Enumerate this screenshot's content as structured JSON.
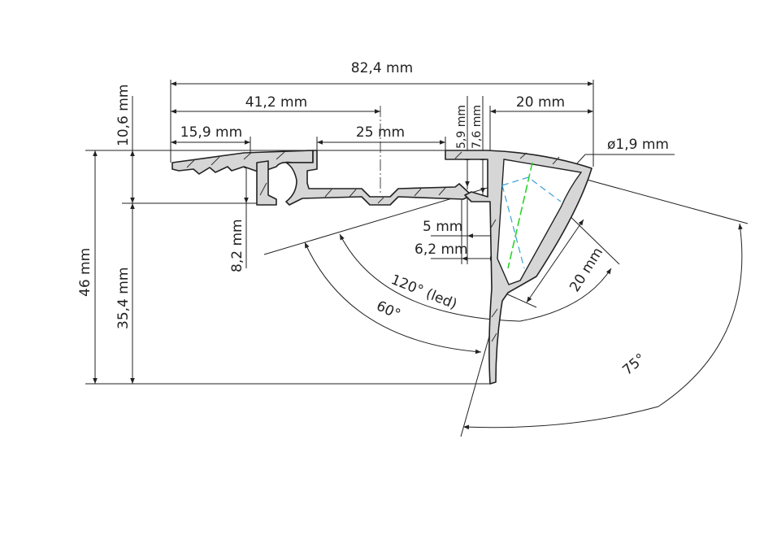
{
  "drawing": {
    "dimensions": {
      "overall_width": "82,4 mm",
      "half_width": "41,2 mm",
      "right_width": "20 mm",
      "nose_width": "15,9 mm",
      "channel_width": "25 mm",
      "dim_5_9": "5,9 mm",
      "dim_7_6": "7,6 mm",
      "top_height": "10,6 mm",
      "diameter": "ø1,9 mm",
      "total_height": "46 mm",
      "lower_height": "35,4 mm",
      "dim_8_2": "8,2 mm",
      "dim_5": "5 mm",
      "dim_6_2": "6,2 mm",
      "led_width": "20 mm"
    },
    "angles": {
      "led_angle": "120° (led)",
      "angle_60": "60°",
      "angle_75": "75°"
    },
    "colors": {
      "profile_fill": "#d6d6d6",
      "led_beam_green": "#2bd42b",
      "diffuser_blue": "#3aa0d8"
    }
  }
}
